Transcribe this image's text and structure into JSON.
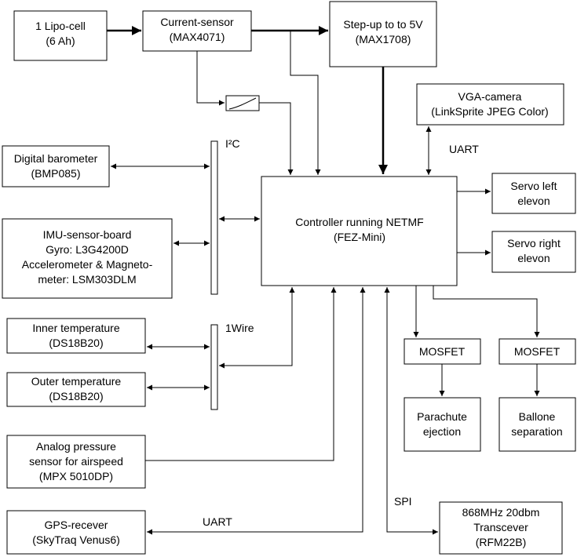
{
  "boxes": {
    "lipo": [
      "1 Lipo-cell",
      "(6 Ah)"
    ],
    "current_sensor": [
      "Current-sensor",
      "(MAX4071)"
    ],
    "stepup": [
      "Step-up to to 5V",
      "(MAX1708)"
    ],
    "vga": [
      "VGA-camera",
      "(LinkSprite JPEG Color)"
    ],
    "barometer": [
      "Digital barometer",
      "(BMP085)"
    ],
    "imu": [
      "IMU-sensor-board",
      "Gyro: L3G4200D",
      "Accelerometer & Magneto-",
      "meter: LSM303DLM"
    ],
    "controller": [
      "Controller running NETMF",
      "(FEZ-Mini)"
    ],
    "servo_left": [
      "Servo left",
      "elevon"
    ],
    "servo_right": [
      "Servo right",
      "elevon"
    ],
    "inner_temp": [
      "Inner temperature",
      "(DS18B20)"
    ],
    "outer_temp": [
      "Outer temperature",
      "(DS18B20)"
    ],
    "mosfet1": [
      "MOSFET"
    ],
    "mosfet2": [
      "MOSFET"
    ],
    "parachute": [
      "Parachute",
      "ejection"
    ],
    "ballone": [
      "Ballone",
      "separation"
    ],
    "analog_pressure": [
      "Analog pressure",
      "sensor for airspeed",
      "(MPX 5010DP)"
    ],
    "gps": [
      "GPS-recever",
      "(SkyTraq Venus6)"
    ],
    "transceiver": [
      "868MHz 20dbm",
      "Transcever",
      "(RFM22B)"
    ]
  },
  "labels": {
    "i2c": "I²C",
    "onewire": "1Wire",
    "uart_camera": "UART",
    "uart_gps": "UART",
    "spi": "SPI"
  }
}
